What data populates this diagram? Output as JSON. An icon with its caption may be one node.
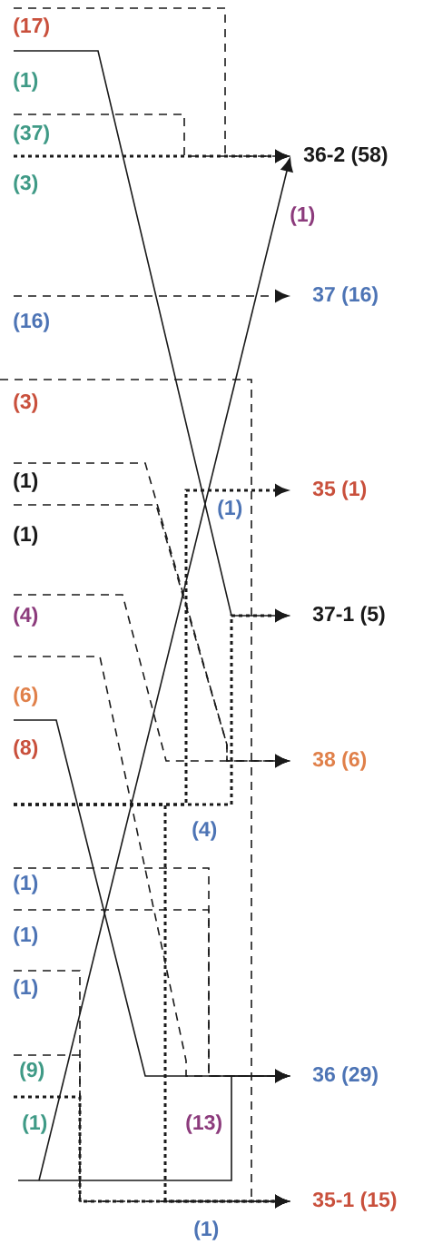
{
  "diagram": {
    "nodes": [
      {
        "text": [
          "36-2 (58)"
        ]
      },
      {
        "text": [
          "37 (16)"
        ]
      },
      {
        "text": [
          "35 (1)"
        ]
      },
      {
        "text": [
          "37-1 (5)"
        ]
      },
      {
        "text": [
          "38 (6)"
        ]
      },
      {
        "text": [
          "36 (29)"
        ]
      },
      {
        "text": [
          "35-1 (15)"
        ]
      }
    ],
    "edges": [
      {
        "from": null,
        "to": 0,
        "arrow": "to",
        "label": "(17)",
        "style": "dashed"
      },
      {
        "from": null,
        "to": 3,
        "arrow": "to",
        "label": "(1)"
      },
      {
        "from": null,
        "to": 0,
        "arrow": "to",
        "label": "(37)",
        "style": "dashed"
      },
      {
        "from": null,
        "to": 0,
        "arrow": "to",
        "label": "(3)",
        "style": "dashed"
      },
      {
        "from": null,
        "to": 1,
        "arrow": "to",
        "label": "(16)",
        "style": "dashed"
      },
      {
        "from": null,
        "to": 6,
        "arrow": "to",
        "label": "(3)",
        "style": "dashed"
      },
      {
        "from": null,
        "to": 4,
        "arrow": "to",
        "label": "(1)",
        "style": "dashed"
      },
      {
        "from": null,
        "to": 4,
        "arrow": "to",
        "label": "(1)",
        "style": "dashed"
      },
      {
        "from": null,
        "to": 4,
        "arrow": "to",
        "label": "(4)",
        "style": "dashed"
      },
      {
        "from": null,
        "to": 5,
        "arrow": "to",
        "label": "(6)",
        "style": "dashed"
      },
      {
        "from": null,
        "to": 5,
        "arrow": "to",
        "label": "(8)"
      },
      {
        "from": null,
        "to": 2,
        "arrow": "to",
        "label": "(1)",
        "style": "dashed"
      },
      {
        "from": null,
        "to": 3,
        "arrow": "to",
        "label": "(4)",
        "style": "dashed"
      },
      {
        "from": null,
        "to": 6,
        "arrow": "to",
        "label": "(1)",
        "style": "dashed"
      },
      {
        "from": null,
        "to": 5,
        "arrow": "to",
        "label": "(1)",
        "style": "dashed"
      },
      {
        "from": null,
        "to": 5,
        "arrow": "to",
        "label": "(1)",
        "style": "dashed"
      },
      {
        "from": null,
        "to": 6,
        "arrow": "to",
        "label": "(1)",
        "style": "dashed"
      },
      {
        "from": null,
        "to": 6,
        "arrow": "to",
        "label": "(9)",
        "style": "dashed"
      },
      {
        "from": null,
        "to": 6,
        "arrow": "to",
        "label": "(1)",
        "style": "dashed"
      },
      {
        "from": null,
        "to": 5,
        "arrow": "to",
        "label": "(13)"
      },
      {
        "from": null,
        "to": 0,
        "arrow": "to",
        "label": "(1)"
      }
    ]
  }
}
